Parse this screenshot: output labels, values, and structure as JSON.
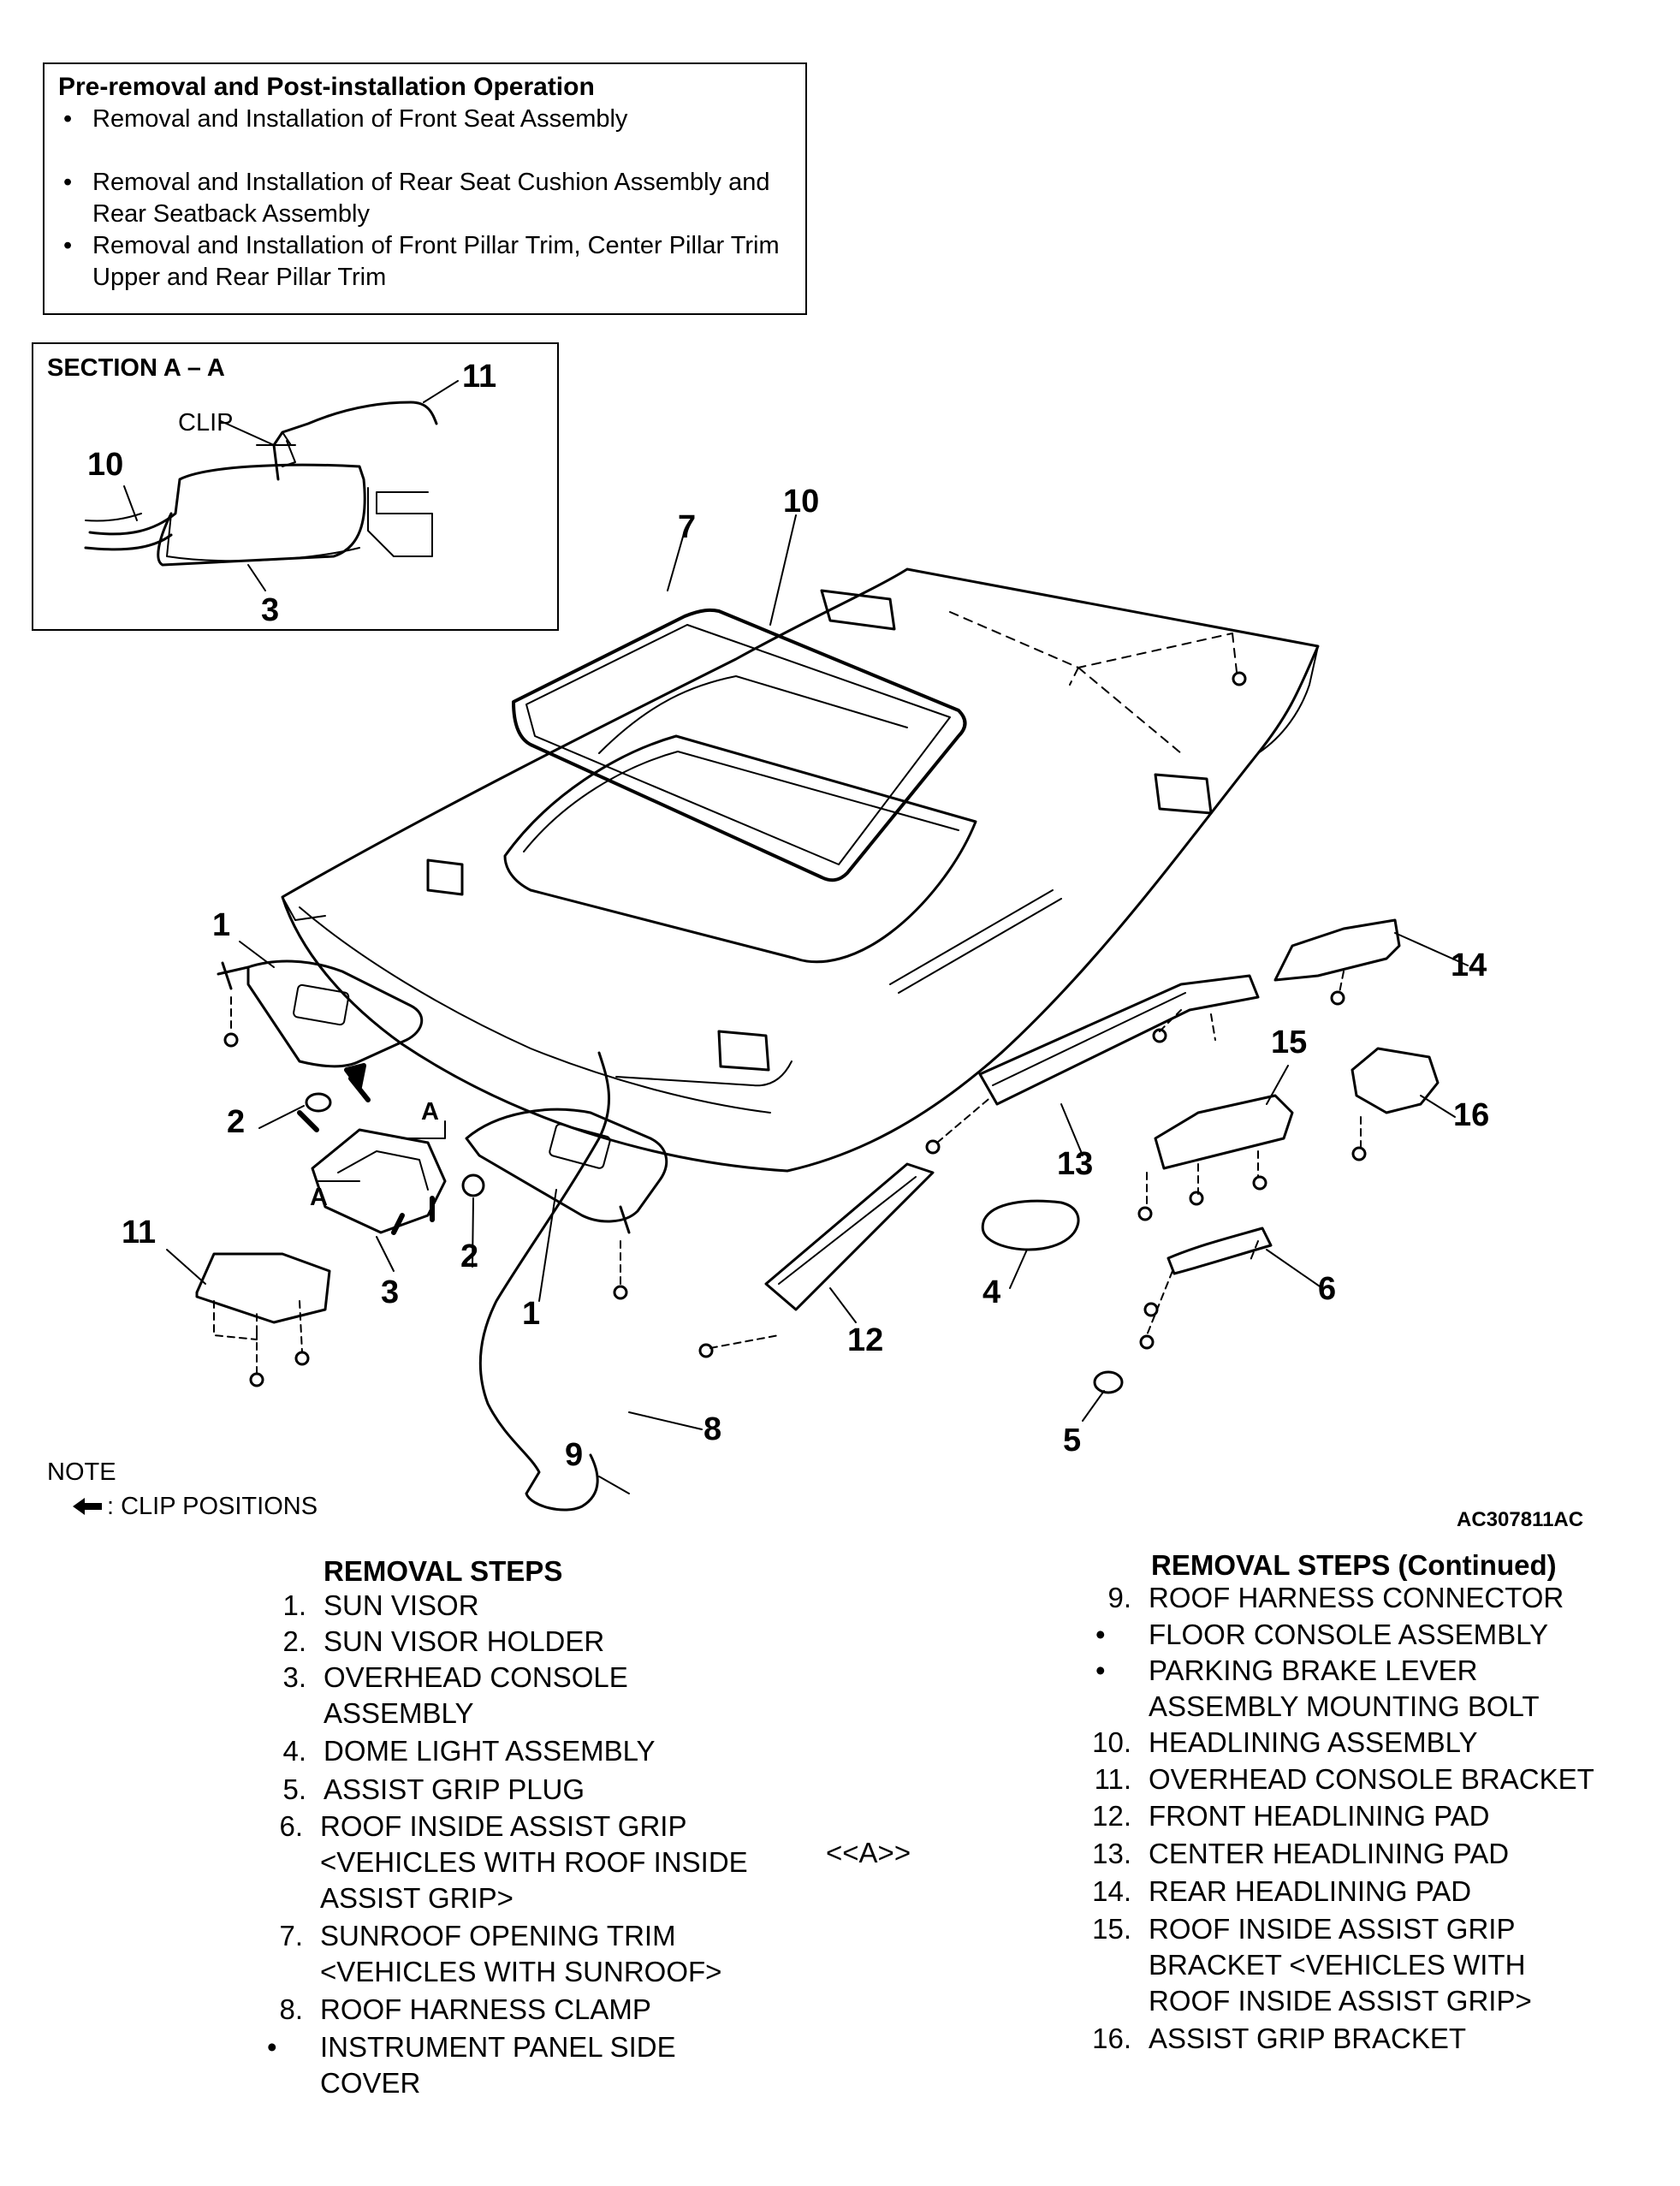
{
  "pre_box": {
    "title": "Pre-removal and Post-installation Operation",
    "items": [
      "Removal and Installation of Front Seat Assembly",
      "Removal and Installation of Rear Seat Cushion Assembly and Rear Seatback Assembly",
      "Removal and Installation of Front Pillar Trim, Center Pillar Trim Upper and Rear Pillar Trim"
    ]
  },
  "section": {
    "title": "SECTION A – A",
    "clip_label": "CLIP",
    "labels": [
      "11",
      "10",
      "3"
    ]
  },
  "diagram": {
    "callouts": [
      "1",
      "2",
      "3",
      "4",
      "5",
      "6",
      "7",
      "8",
      "9",
      "10",
      "11",
      "12",
      "13",
      "14",
      "15",
      "16"
    ],
    "section_marks": [
      "A",
      "A"
    ]
  },
  "note": {
    "title": "NOTE",
    "legend": ": CLIP POSITIONS",
    "legend_icon": "arrow-left-icon"
  },
  "ref_code": "AC307811AC",
  "steps_left": {
    "title": "REMOVAL STEPS",
    "items": [
      {
        "num": "1.",
        "lines": [
          "SUN VISOR"
        ]
      },
      {
        "num": "2.",
        "lines": [
          "SUN VISOR HOLDER"
        ]
      },
      {
        "num": "3.",
        "lines": [
          "OVERHEAD CONSOLE",
          "ASSEMBLY"
        ]
      },
      {
        "num": "4.",
        "lines": [
          "DOME LIGHT ASSEMBLY"
        ]
      },
      {
        "num": "5.",
        "lines": [
          "ASSIST GRIP PLUG"
        ]
      },
      {
        "num": "6.",
        "lines": [
          "ROOF INSIDE ASSIST GRIP",
          "<VEHICLES WITH ROOF INSIDE",
          "ASSIST GRIP>"
        ]
      },
      {
        "num": "7.",
        "lines": [
          "SUNROOF OPENING TRIM",
          "<VEHICLES WITH SUNROOF>"
        ]
      },
      {
        "num": "8.",
        "lines": [
          "ROOF HARNESS CLAMP"
        ]
      },
      {
        "num": "•",
        "lines": [
          "INSTRUMENT PANEL SIDE",
          "COVER"
        ]
      }
    ],
    "aref": "<<A>>"
  },
  "steps_right": {
    "title": "REMOVAL STEPS (Continued)",
    "items": [
      {
        "num": "9.",
        "lines": [
          "ROOF HARNESS CONNECTOR"
        ]
      },
      {
        "num": "•",
        "lines": [
          "FLOOR CONSOLE ASSEMBLY"
        ]
      },
      {
        "num": "•",
        "lines": [
          "PARKING BRAKE LEVER",
          "ASSEMBLY MOUNTING BOLT"
        ]
      },
      {
        "num": "10.",
        "lines": [
          "HEADLINING ASSEMBLY"
        ]
      },
      {
        "num": "11.",
        "lines": [
          "OVERHEAD CONSOLE BRACKET"
        ]
      },
      {
        "num": "12.",
        "lines": [
          "FRONT HEADLINING PAD"
        ]
      },
      {
        "num": "13.",
        "lines": [
          "CENTER HEADLINING PAD"
        ]
      },
      {
        "num": "14.",
        "lines": [
          "REAR HEADLINING PAD"
        ]
      },
      {
        "num": "15.",
        "lines": [
          "ROOF INSIDE ASSIST GRIP",
          "BRACKET <VEHICLES WITH",
          "ROOF INSIDE ASSIST GRIP>"
        ]
      },
      {
        "num": "16.",
        "lines": [
          "ASSIST GRIP BRACKET"
        ]
      }
    ]
  }
}
